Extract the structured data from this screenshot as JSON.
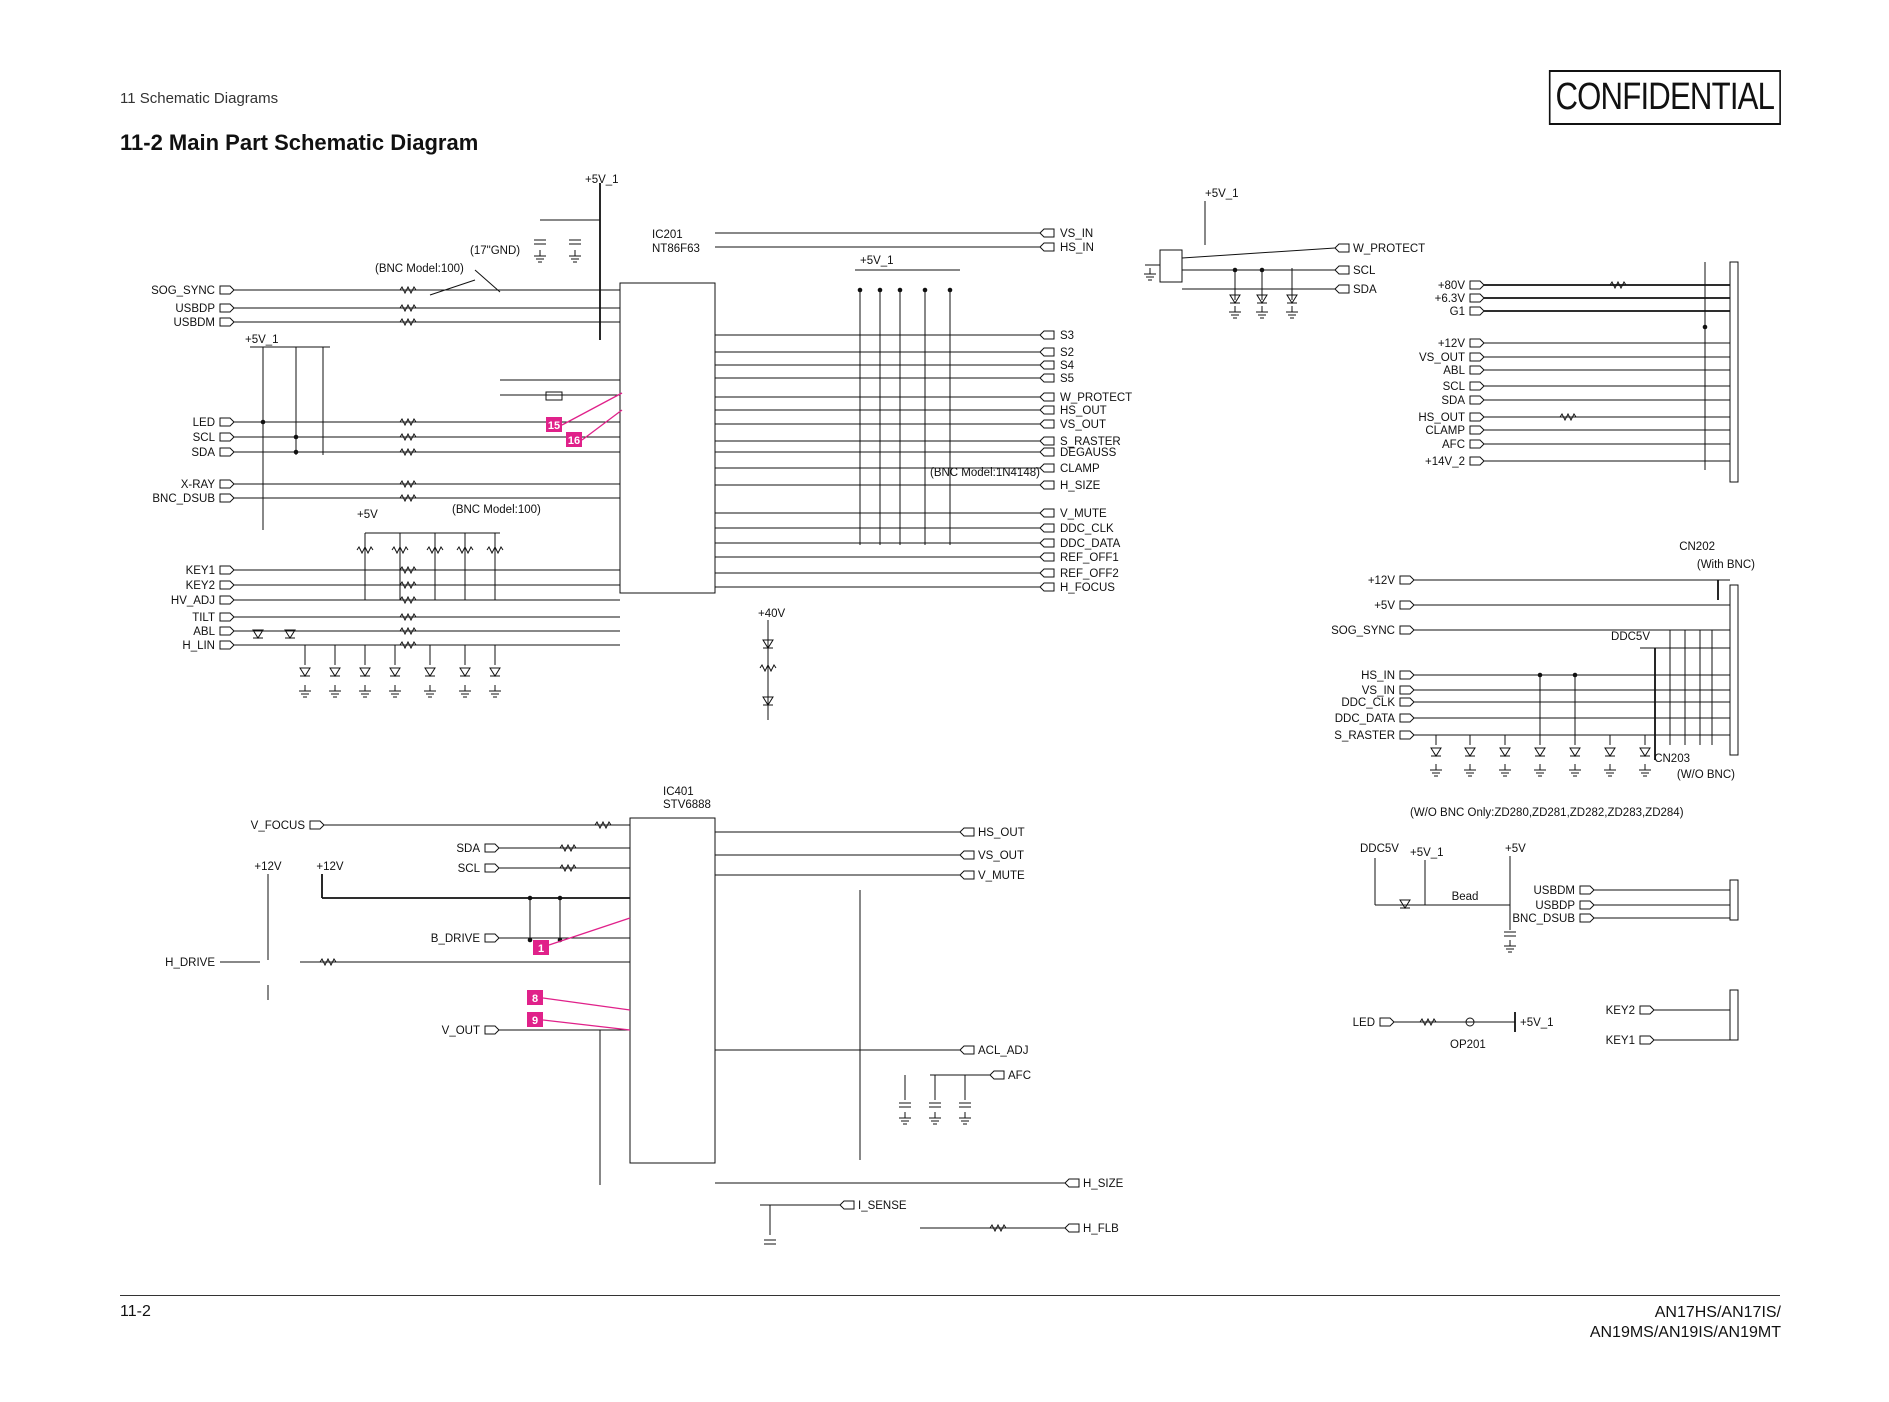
{
  "header": {
    "section": "11 Schematic Diagrams",
    "title": "11-2 Main Part Schematic Diagram",
    "stamp": "CONFIDENTIAL"
  },
  "footer": {
    "page": "11-2",
    "models_line1": "AN17HS/AN17IS/",
    "models_line2": "AN19MS/AN19IS/AN19MT"
  },
  "ic201": {
    "ref": "IC201",
    "part": "NT86F63"
  },
  "ic401": {
    "ref": "IC401",
    "part": "STV6888"
  },
  "notes": {
    "gnd17": "(17\"GND)",
    "bnc100a": "(BNC Model:100)",
    "bnc100b": "(BNC Model:100)",
    "bnc_diode": "(BNC Model:1N4148)",
    "wo_bnc": "(W/O BNC Only:ZD280,ZD281,ZD282,ZD283,ZD284)",
    "cn202": "CN202",
    "with_bnc": "(With BNC)",
    "cn203": "CN203",
    "wo_bnc2": "(W/O BNC)",
    "op201": "OP201",
    "bead": "Bead"
  },
  "markers": {
    "m15": "15",
    "m16": "16",
    "m1": "1",
    "m8": "8",
    "m9": "9"
  },
  "power": {
    "p5v1_a": "+5V_1",
    "p5v1_b": "+5V_1",
    "p5v1_c": "+5V_1",
    "p5v1_d": "+5V_1",
    "p5v1_e": "+5V_1",
    "p5v1_f": "+5V_1",
    "p5v": "+5V",
    "p40v": "+40V",
    "p12v_a": "+12V",
    "p12v_b": "+12V",
    "p5v_r": "+5V",
    "p12v_r": "+12V",
    "ddc5v_a": "DDC5V",
    "ddc5v_b": "DDC5V",
    "p5v_g": "+5V"
  },
  "left_ports": [
    "SOG_SYNC",
    "USBDP",
    "USBDM",
    "LED",
    "SCL",
    "SDA",
    "X-RAY",
    "BNC_DSUB",
    "KEY1",
    "KEY2",
    "HV_ADJ",
    "TILT",
    "ABL",
    "H_LIN"
  ],
  "right_ports_top": [
    "VS_IN",
    "HS_IN",
    "S3",
    "S2",
    "S4",
    "S5",
    "W_PROTECT",
    "HS_OUT",
    "VS_OUT",
    "S_RASTER",
    "DEGAUSS",
    "CLAMP",
    "H_SIZE",
    "V_MUTE",
    "DDC_CLK",
    "DDC_DATA",
    "REF_OFF1",
    "REF_OFF2",
    "H_FOCUS"
  ],
  "mid_ports": [
    "W_PROTECT",
    "SCL",
    "SDA"
  ],
  "conn_ports": [
    "+80V",
    "+6.3V",
    "G1",
    "+12V",
    "VS_OUT",
    "ABL",
    "SCL",
    "SDA",
    "HS_OUT",
    "CLAMP",
    "AFC",
    "+14V_2"
  ],
  "bnc_ports": [
    "+12V",
    "+5V",
    "SOG_SYNC",
    "HS_IN",
    "VS_IN",
    "DDC_CLK",
    "DDC_DATA",
    "S_RASTER"
  ],
  "lower_left_ports": [
    "V_FOCUS",
    "SDA",
    "SCL",
    "B_DRIVE",
    "H_DRIVE",
    "V_OUT"
  ],
  "lower_right_ports": [
    "HS_OUT",
    "VS_OUT",
    "V_MUTE",
    "ACL_ADJ",
    "AFC",
    "H_SIZE",
    "I_SENSE",
    "H_FLB"
  ],
  "usb_ports": [
    "USBDM",
    "USBDP",
    "BNC_DSUB"
  ],
  "key_ports": [
    "KEY2",
    "KEY1",
    "LED"
  ]
}
